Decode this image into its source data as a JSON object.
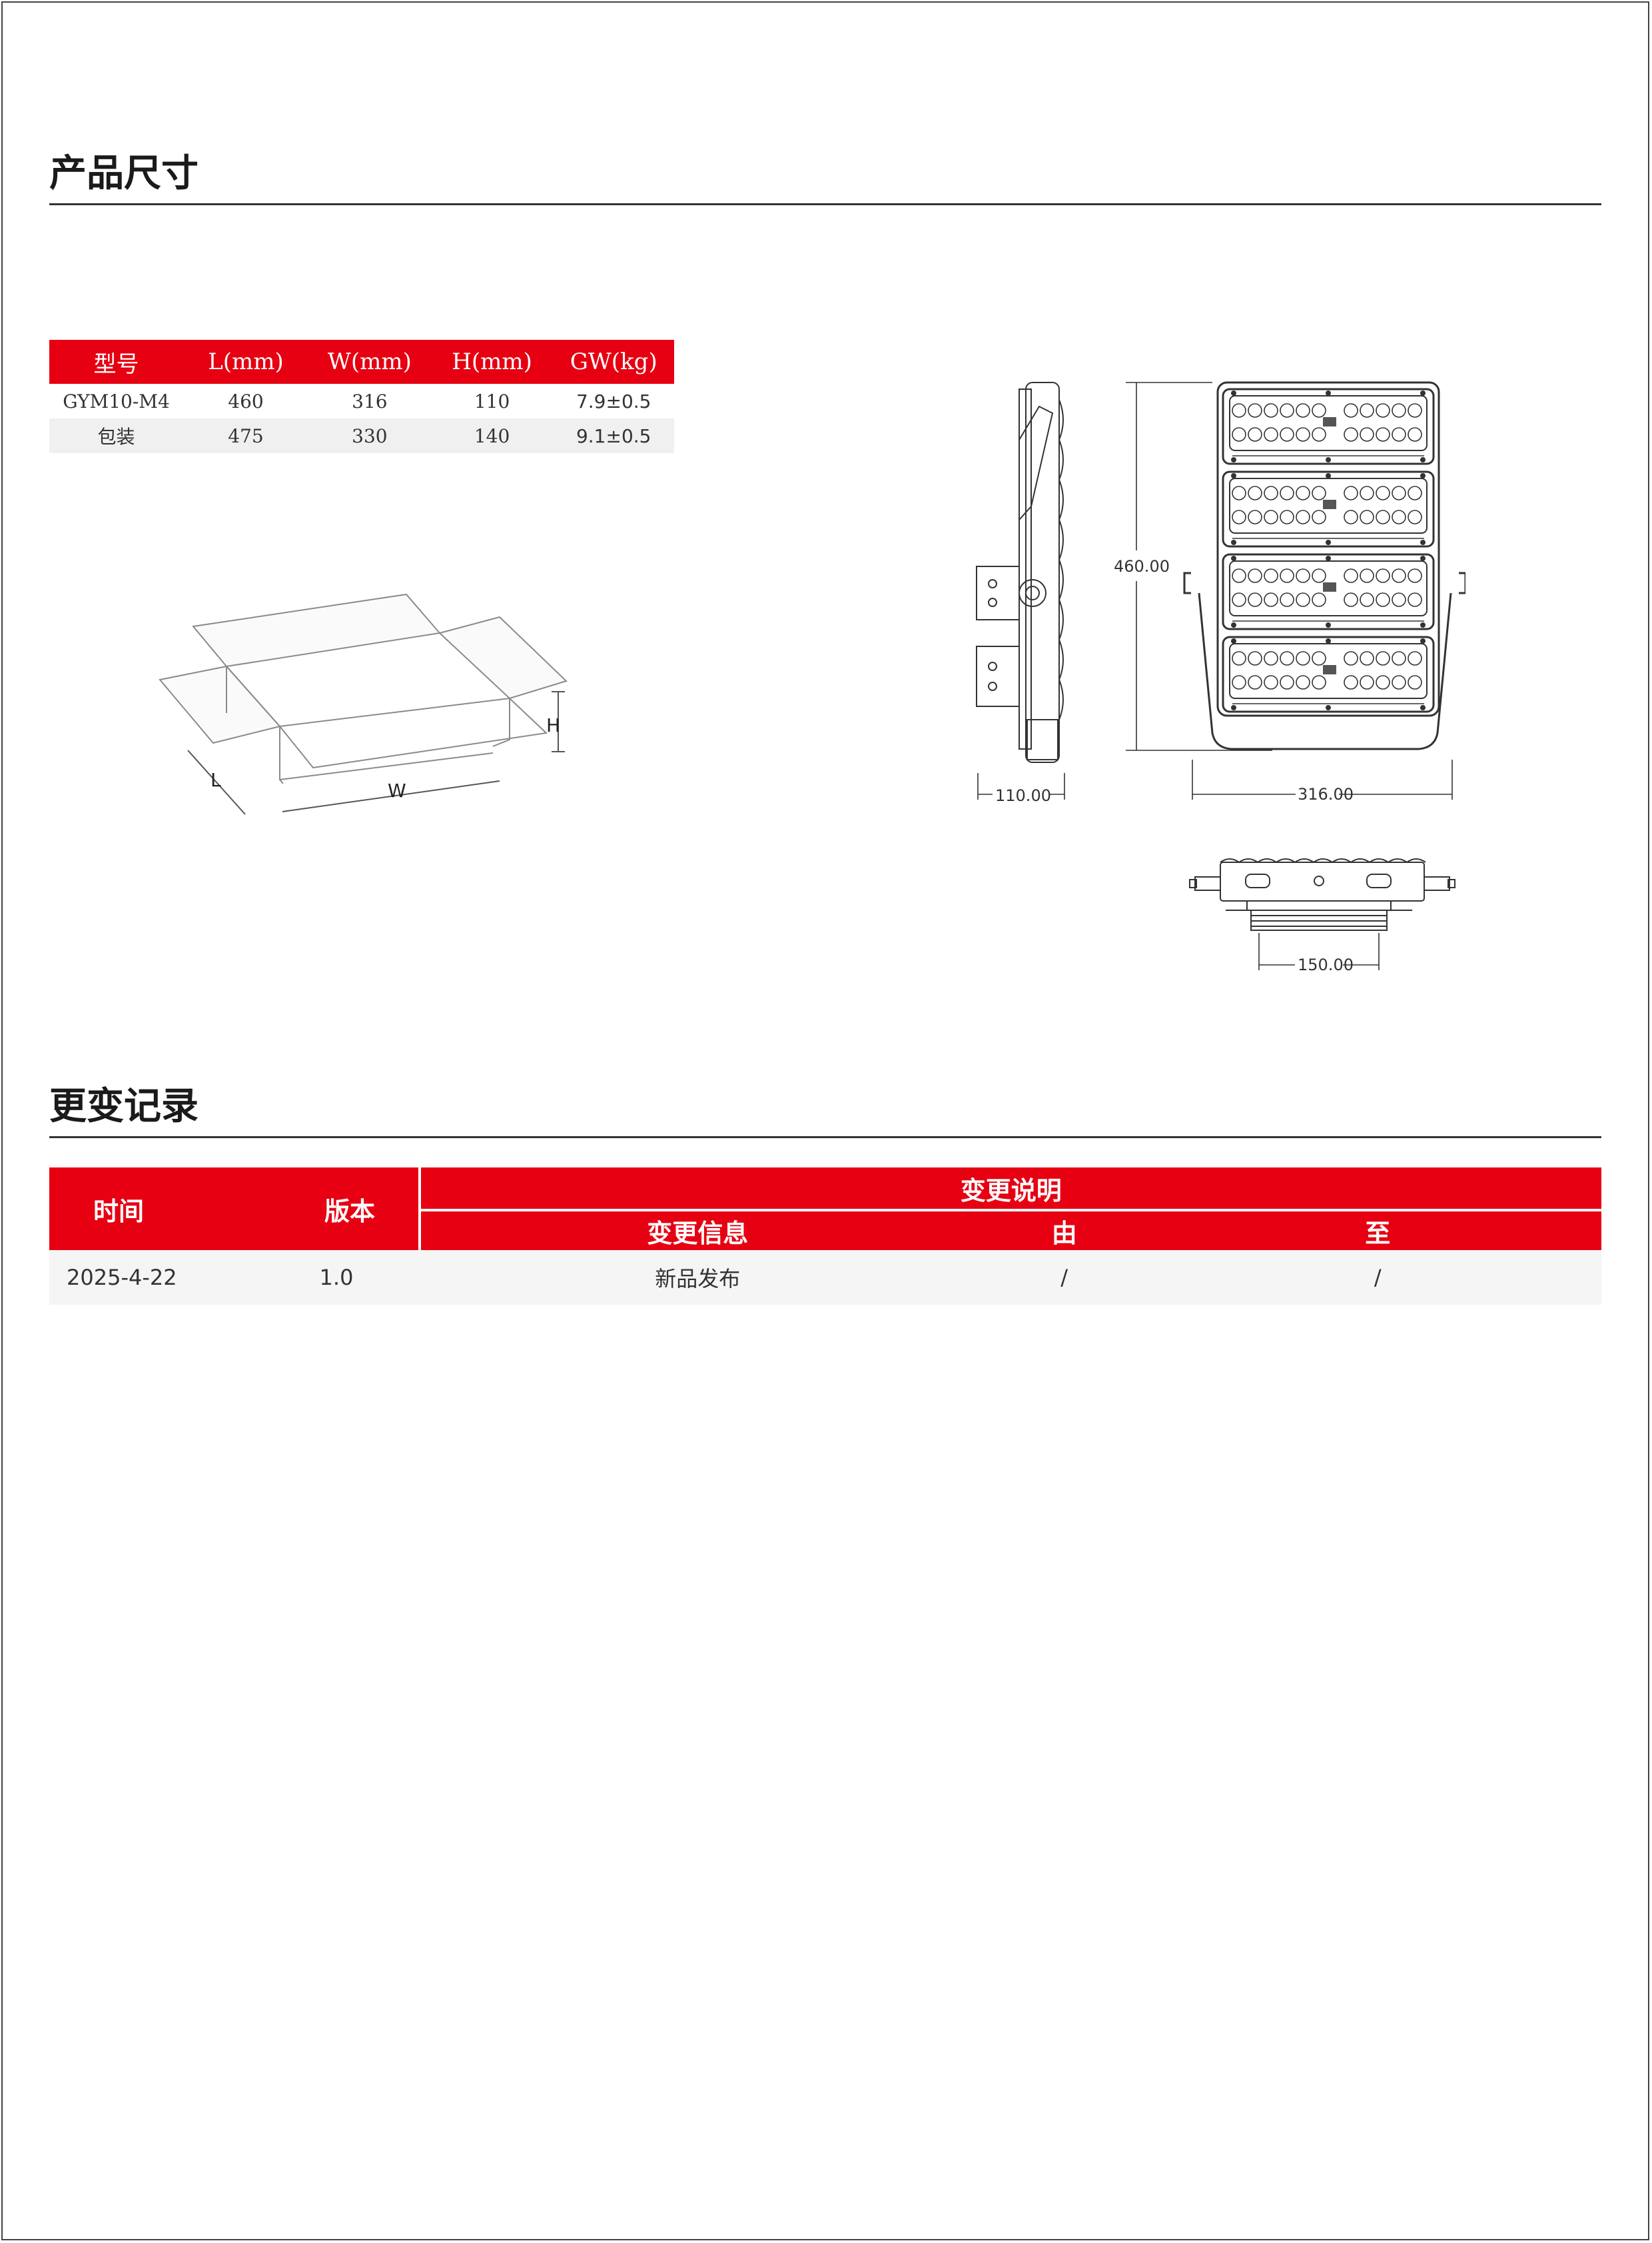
{
  "sections": {
    "dimensions_title": "产品尺寸",
    "changelog_title": "更变记录"
  },
  "spec_table": {
    "headers": [
      "型号",
      "L(mm)",
      "W(mm)",
      "H(mm)",
      "GW(kg)"
    ],
    "rows": [
      [
        "GYM10-M4",
        "460",
        "316",
        "110",
        "7.9±0.5"
      ],
      [
        "包装",
        "475",
        "330",
        "140",
        "9.1±0.5"
      ]
    ]
  },
  "box_diagram": {
    "label_l": "L",
    "label_w": "W",
    "label_h": "H"
  },
  "drawing": {
    "side_width": "110.00",
    "front_height": "460.00",
    "front_width": "316.00",
    "bottom_width": "150.00"
  },
  "changelog": {
    "headers": {
      "time": "时间",
      "version": "版本",
      "change_desc": "变更说明"
    },
    "subheaders": {
      "info": "变更信息",
      "from": "由",
      "to": "至"
    },
    "rows": [
      {
        "time": "2025-4-22",
        "version": "1.0",
        "info": "新品发布",
        "from": "/",
        "to": "/"
      }
    ]
  },
  "colors": {
    "accent": "#e60012"
  }
}
